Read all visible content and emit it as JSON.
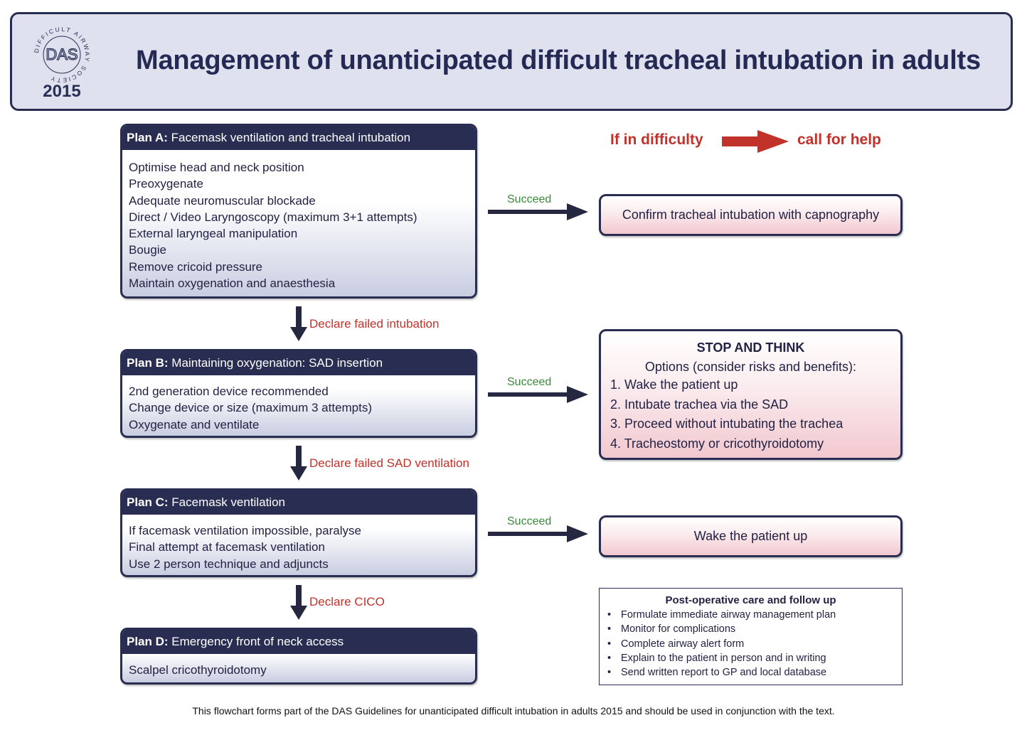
{
  "header": {
    "logo_ring_text": "DIFFICULT AIRWAY SOCIETY",
    "logo_text": "DAS",
    "year": "2015",
    "title": "Management of unanticipated difficult tracheal intubation in adults"
  },
  "help": {
    "left": "If in difficulty",
    "right": "call for help",
    "arrow_icon": "right-arrow-icon"
  },
  "plans": [
    {
      "label": "Plan A:",
      "title": "Facemask ventilation and tracheal intubation",
      "items": [
        "Optimise head and neck position",
        "Preoxygenate",
        "Adequate neuromuscular blockade",
        "Direct / Video Laryngoscopy (maximum 3+1 attempts)",
        "External laryngeal manipulation",
        "Bougie",
        "Remove cricoid pressure",
        "Maintain oxygenation and anaesthesia"
      ]
    },
    {
      "label": "Plan B:",
      "title": "Maintaining oxygenation: SAD insertion",
      "items": [
        "2nd generation device recommended",
        "Change device or size (maximum 3 attempts)",
        "Oxygenate and ventilate"
      ]
    },
    {
      "label": "Plan C:",
      "title": "Facemask ventilation",
      "items": [
        "If facemask ventilation impossible, paralyse",
        "Final attempt at facemask ventilation",
        "Use 2 person technique and adjuncts"
      ]
    },
    {
      "label": "Plan D:",
      "title": "Emergency front of neck access",
      "items": [
        "Scalpel cricothyroidotomy"
      ]
    }
  ],
  "transitions": [
    "Declare failed intubation",
    "Declare failed SAD ventilation",
    "Declare CICO"
  ],
  "succeed": [
    "Succeed",
    "Succeed",
    "Succeed"
  ],
  "outcomes": {
    "a": "Confirm tracheal intubation with capnography",
    "b_title": "STOP AND THINK",
    "b_subtitle": "Options (consider risks and benefits):",
    "b_items": [
      "1. Wake the patient up",
      "2. Intubate trachea via the SAD",
      "3. Proceed without intubating the trachea",
      "4. Tracheostomy or cricothyroidotomy"
    ],
    "c": "Wake the patient up"
  },
  "postop": {
    "title": "Post-operative care and follow up",
    "items": [
      "Formulate immediate airway management plan",
      "Monitor for complications",
      "Complete airway alert form",
      "Explain to the patient in person and in writing",
      "Send written report to GP and local database"
    ]
  },
  "footer": "This flowchart forms part of the DAS Guidelines for unanticipated difficult intubation in adults 2015 and should be used in conjunction with the text.",
  "colors": {
    "navy": "#2a2d52",
    "red": "#c0322a",
    "green": "#3a8a3a",
    "header_bg": "#dfe1ef"
  }
}
